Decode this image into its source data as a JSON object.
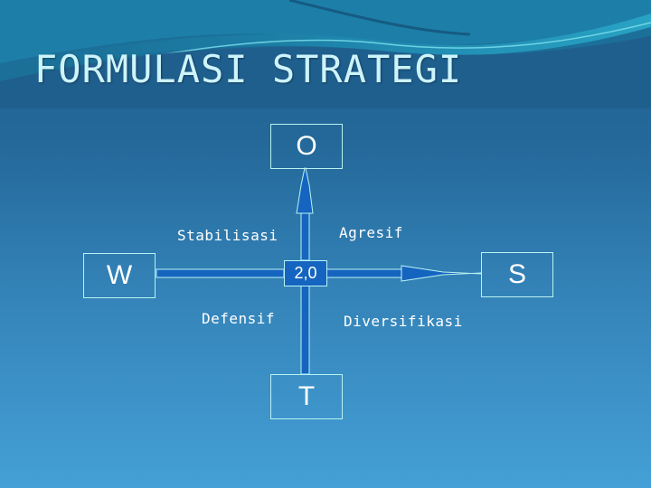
{
  "slide": {
    "title": "FORMULASI STRATEGI",
    "colors": {
      "background_top": "#1f5f8e",
      "background_bottom": "#44a0d6",
      "axis_fill": "#1565c0",
      "outline": "#b9f2f2",
      "title_color": "#ccf4fa"
    }
  },
  "diagram": {
    "axes": {
      "top": "O",
      "bottom": "T",
      "left": "W",
      "right": "S"
    },
    "center_value": "2,0",
    "quadrants": {
      "top_left": "Stabilisasi",
      "top_right": "Agresif",
      "bottom_left": "Defensif",
      "bottom_right": "Diversifikasi"
    }
  }
}
